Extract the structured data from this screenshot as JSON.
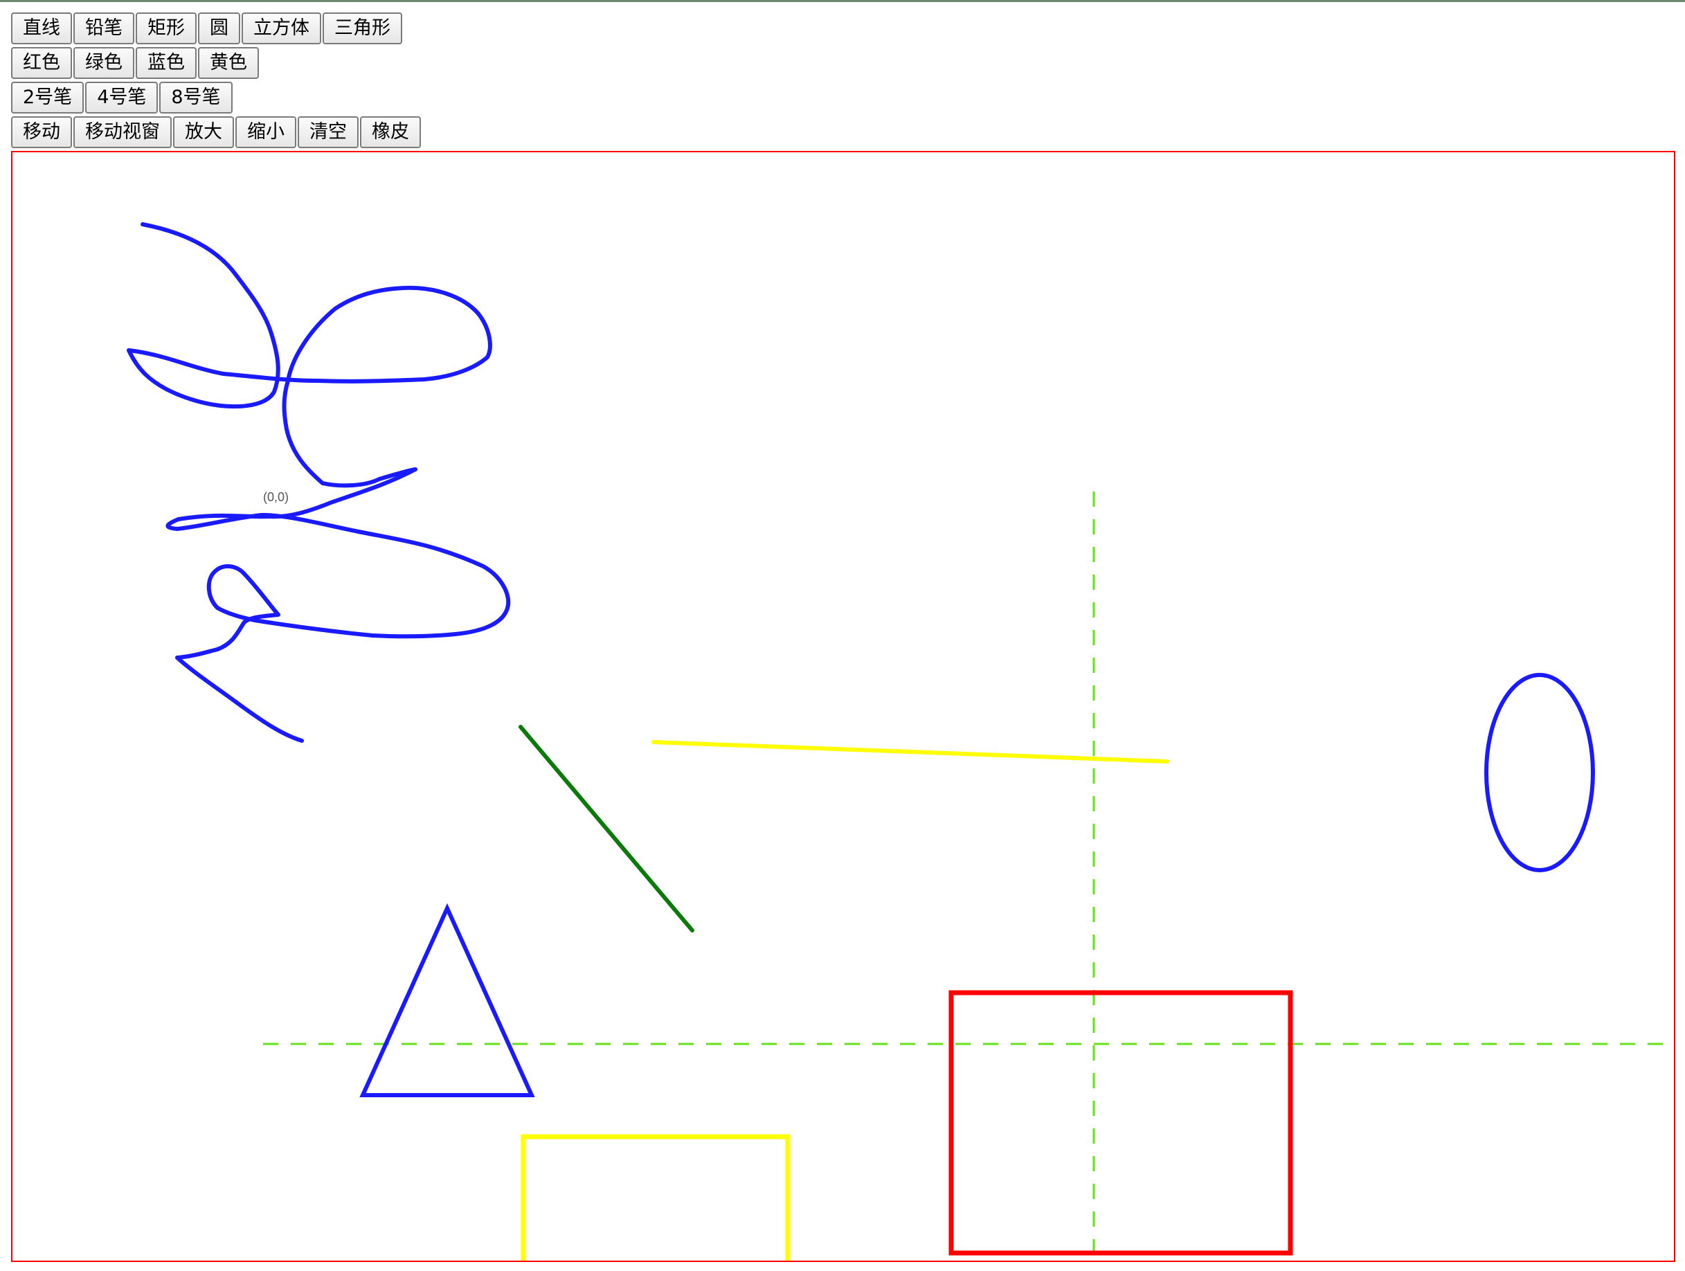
{
  "toolbar": {
    "shapes": [
      "直线",
      "铅笔",
      "矩形",
      "圆",
      "立方体",
      "三角形"
    ],
    "colors": [
      "红色",
      "绿色",
      "蓝色",
      "黄色"
    ],
    "sizes": [
      "2号笔",
      "4号笔",
      "8号笔"
    ],
    "actions": [
      "移动",
      "移动视窗",
      "放大",
      "缩小",
      "清空",
      "橡皮"
    ]
  },
  "canvas": {
    "origin_label": "(0,0)",
    "stroke_colors": {
      "blue": "#1a1aff",
      "green": "#0a7a0a",
      "yellow": "#ffff00",
      "red": "#ff0000",
      "guide": "#66e01a",
      "border": "#ff0000"
    }
  }
}
